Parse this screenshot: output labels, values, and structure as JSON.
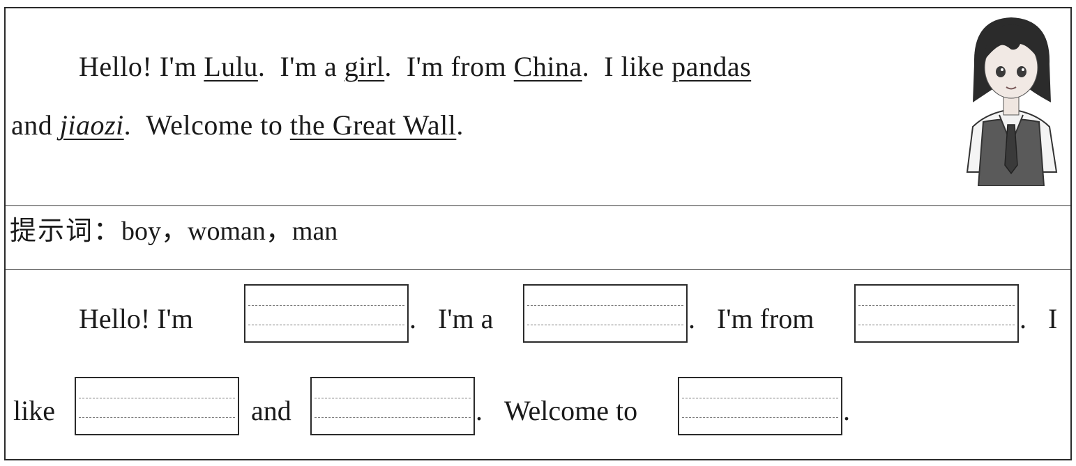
{
  "example": {
    "hello": "Hello! I'm",
    "name": "Lulu",
    "im_a": "I'm a",
    "gender": "girl",
    "from": "I'm from",
    "country": "China",
    "i_like": "I like",
    "likes1": "pandas",
    "and": "and",
    "likes2": "jiaozi",
    "welcome": "Welcome to",
    "place": "the Great Wall"
  },
  "hint": {
    "label": "提示词：",
    "words": "boy，woman，man"
  },
  "exercise": {
    "hello": "Hello! I'm",
    "im_a": "I'm a",
    "from": "I'm from",
    "i": "I",
    "like": "like",
    "and": "and",
    "welcome": "Welcome to"
  },
  "punct": {
    "period": "."
  },
  "icons": {
    "avatar": "girl-avatar-icon"
  }
}
